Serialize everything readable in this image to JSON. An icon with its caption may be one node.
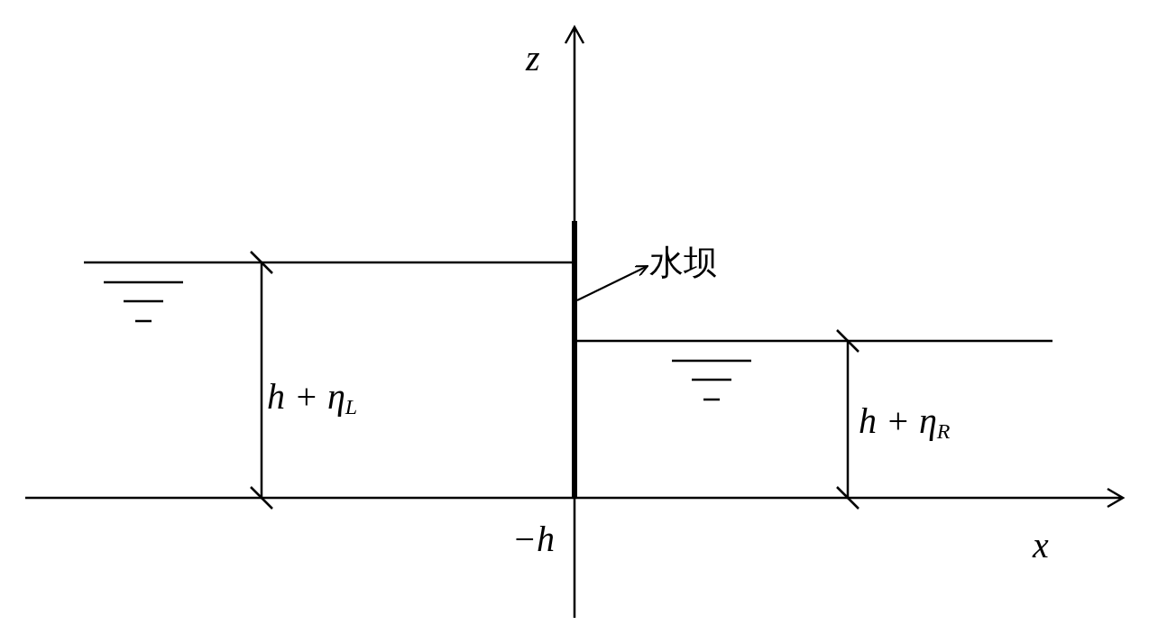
{
  "diagram": {
    "nodes": [
      {
        "text": [
          "水坝"
        ]
      },
      {
        "text": [],
        "shape": "bar"
      }
    ],
    "edges": [
      {
        "from": 1,
        "to": 0,
        "arrow": "to"
      }
    ],
    "labels": [
      "z",
      "h + η$_{L}$",
      "h + η$_{R}$",
      "−h",
      "x"
    ]
  }
}
